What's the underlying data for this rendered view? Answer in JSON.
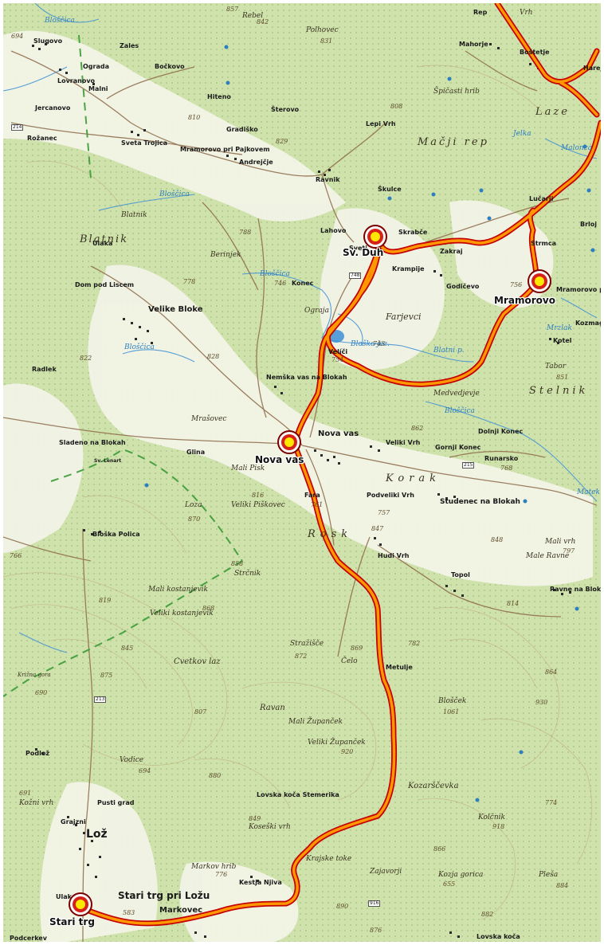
{
  "map": {
    "colors": {
      "background": "#dbe9c0",
      "forest": "#c9dfa4",
      "clearing": "#f1f2e4",
      "route": "#ff9800",
      "route_outline": "#c40000",
      "water": "#3d8fd6",
      "road": "#8d6a4a"
    },
    "waypoints": [
      {
        "name": "Sv. Duh"
      },
      {
        "name": "Mramorovo"
      },
      {
        "name": "Nova vas"
      },
      {
        "name": "Stari trg"
      }
    ],
    "places": {
      "slugovo": "Slugovo",
      "zales": "Zales",
      "bockovo": "Bočkovo",
      "ograda": "Ograda",
      "lovranovo": "Lovranovo",
      "malni": "Malni",
      "hiteno": "Hiteno",
      "jercanovo": "Jercanovo",
      "rozanec": "Rožanec",
      "sveta_trojica": "Sveta Trojica",
      "mramorovo_pri_pajkovem": "Mramorovo pri Pajkovem",
      "gradisko": "Gradiško",
      "andrejcje": "Andrejčje",
      "sterovo": "Šterovo",
      "pohlevo": "Polhovec",
      "lepi_vrh": "Lepi Vrh",
      "mahorje": "Mahorje",
      "bostetje": "Boštetje",
      "laze": "Laze",
      "macji_rep": "Mačji rep",
      "ravnik": "Ravnik",
      "skulce": "Škulce",
      "lahovo": "Lahovo",
      "skrabce": "Skrabče",
      "zakraj": "Zakraj",
      "krampije": "Krampije",
      "godicevo": "Godičevo",
      "lucarji": "Lučarji",
      "strmca": "Strmca",
      "mramorovo_pri_lucarjih": "Mramorovo pri Lučarjih",
      "ulaka": "Ulaka",
      "dom_pod_liscem": "Dom pod Liscem",
      "velike_bloke": "Velike Bloke",
      "blatnik": "Blatnik",
      "berinjek": "Berinjek",
      "konec": "Konec",
      "ograja": "Ograja",
      "farjevci": "Farjevci",
      "velici": "Velíči",
      "radlek": "Radlek",
      "nemska_vas": "Nemška vas na Blokah",
      "medvedjevie": "Medvedjevje",
      "dolnji_konec": "Dolnji Konec",
      "gornji_konec": "Gornji Konec",
      "veliki_vrh": "Veliki Vrh",
      "runarsko": "Runarsko",
      "mrasovec": "Mrašovec",
      "glina": "Glina",
      "sladeno": "Sladeno na Blokah",
      "sv_lenart": "Sv. Lenart",
      "mali_pisk": "Mali Pisk",
      "veliki_piskovec": "Veliki Piškovec",
      "fara": "Fara",
      "podvelki_vrh": "Podveliki Vrh",
      "studenec": "Studenec na Blokah",
      "bloska_polica": "Bloška Polica",
      "loza": "Loza",
      "hudi_vrh": "Hudi Vrh",
      "topol": "Topol",
      "male_ravne": "Male Ravne",
      "ravne": "Ravne na Blokah",
      "mali_vrh": "Mali vrh",
      "veliki_kostanjevik": "Veliki kostanjevik",
      "mali_kostanjevik": "Mali kostanjevik",
      "strcnik": "Strčnik",
      "cetkov_laz": "Cvetkov laz",
      "strazisce": "Stražišče",
      "celo": "Čelo",
      "metulje": "Metulje",
      "mali_zupancek": "Mali Županček",
      "veliki_zupancek": "Veliki Županček",
      "blosek": "Blošček",
      "ravan": "Ravan",
      "podloz": "Podlož",
      "loz": "Lož",
      "pusti_grad": "Pusti grad",
      "vodice": "Vodice",
      "lovska_koca": "Lovska koča Stemerika",
      "kozarscevka": "Kozarščevka",
      "kolicnik": "Kolčnik",
      "koseski_vrh": "Koseški vrh",
      "krajska_toke": "Krajske toke",
      "zajavorji": "Zajavorji",
      "markov_hrib": "Markov hrib",
      "kozja_gorica": "Kozja gorica",
      "pleša": "Pleša",
      "kestja_njiva": "Kestja Njiva",
      "stari_trg_pri_lozu": "Stari trg pri Ložu",
      "markovec": "Markovec",
      "podcerkev": "Podcerkev",
      "lovska_koca2": "Lovska koča",
      "ulaka2": "Ulaka",
      "grajzni": "Grajzni",
      "nova_vas_small": "Nova vas",
      "sv_duh_small": "Sveti",
      "blatnik_small": "Blatnik",
      "korak": "Korak",
      "kozji_vrh": "Kožni vrh",
      "krizna_gora": "Križna gora",
      "tabor": "Tabor",
      "kotel": "Kotel",
      "kozmaga": "Kozmag",
      "briojk": "Brloj",
      "harej": "Harej",
      "rep": "Rep",
      "blatni_potok": "Blatni p.",
      "stelnik": "Stelnik",
      "roskar": "Rosk",
      "spicasti_hrib": "Špičasti hrib",
      "vrh": "Vrh",
      "rebel": "Rebel"
    },
    "waters": {
      "bloscica_1": "Bloščica",
      "bloscica_2": "Bloščica",
      "bloscica_3": "Bloščica",
      "bloscica_4": "Bloščica",
      "bloscica_5": "Bloščica",
      "blosko_jez": "Bloško jez.",
      "malonca": "Malonca",
      "mrzlak": "Mrzlak",
      "matek": "Matek",
      "jelka": "Jelka"
    },
    "elevations": {
      "e694": "694",
      "e857": "857",
      "e842": "842",
      "e831": "831",
      "e808": "808",
      "e810": "810",
      "e829": "829",
      "e788": "788",
      "e778": "778",
      "e746": "746",
      "e756": "756",
      "e822": "822",
      "e828": "828",
      "e743": "743",
      "e754": "754",
      "e862": "862",
      "e768": "768",
      "e851": "851",
      "e848": "848",
      "e797": "797",
      "e819": "819",
      "e868": "868",
      "e870": "870",
      "e858": "858",
      "e845": "845",
      "e847": "847",
      "e872": "872",
      "e869": "869",
      "e875": "875",
      "e807": "807",
      "e782": "782",
      "e864": "864",
      "e930": "930",
      "e1061": "1061",
      "e920": "920",
      "e880": "880",
      "e849": "849",
      "e776": "776",
      "e918": "918",
      "e691": "691",
      "e690": "690",
      "e655": "655",
      "e583": "583",
      "e884": "884",
      "e694b": "694",
      "e816": "816",
      "e814": "814",
      "e761": "761",
      "e757": "757",
      "e766": "766",
      "e774": "774",
      "e866": "866",
      "e890": "890",
      "e882": "882",
      "e876": "876"
    },
    "road_numbers": {
      "r214": "214",
      "r748": "748",
      "r215": "215",
      "r213": "213",
      "r916": "916"
    }
  }
}
